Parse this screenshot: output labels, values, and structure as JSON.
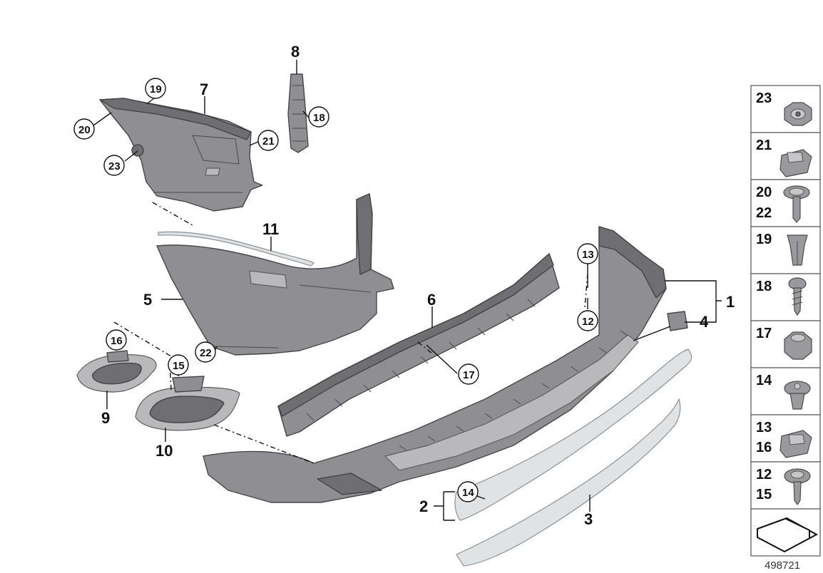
{
  "parts": {
    "p1": "1",
    "p2": "2",
    "p3": "3",
    "p4": "4",
    "p5": "5",
    "p6": "6",
    "p7": "7",
    "p8": "8",
    "p9": "9",
    "p10": "10",
    "p11": "11"
  },
  "circled": {
    "c12": "12",
    "c13": "13",
    "c14": "14",
    "c15": "15",
    "c16": "16",
    "c17": "17",
    "c18": "18",
    "c19": "19",
    "c20": "20",
    "c21": "21",
    "c22": "22",
    "c23": "23"
  },
  "legend": {
    "r1a": "23",
    "r2a": "21",
    "r3a": "20",
    "r3b": "22",
    "r4a": "19",
    "r5a": "18",
    "r6a": "17",
    "r7a": "14",
    "r8a": "13",
    "r8b": "16",
    "r9a": "12",
    "r9b": "15"
  },
  "reference_number": "498721",
  "icons": {
    "23": "flange-nut-icon",
    "21": "spring-nut-icon",
    "20": "washer-screw-icon",
    "19": "expanding-nut-icon",
    "18": "tapping-screw-icon",
    "17": "hex-nut-icon",
    "14": "push-clip-icon",
    "13": "clip-nut-icon",
    "12": "screw-washer-icon",
    "nav": "arrow-bracket-icon"
  },
  "colors": {
    "part": "#8f8f93",
    "trim": "#dfe3e6",
    "ink": "#111111"
  }
}
